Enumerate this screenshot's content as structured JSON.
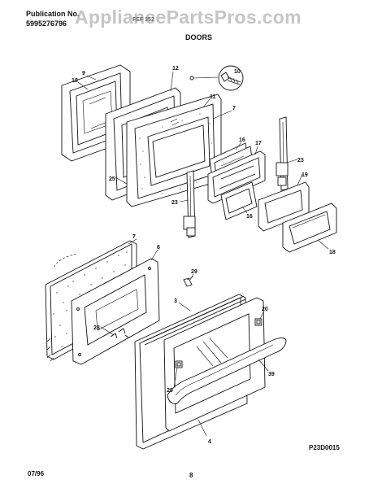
{
  "header": {
    "publication_label": "Publication No.",
    "publication_number": "5995276796",
    "section_title": "DOORS",
    "model_text": "FEF 352",
    "watermark": "AppliancePartsPros.com"
  },
  "diagram_code": "P23D0015",
  "footer": {
    "date": "07/96",
    "page_number": "8"
  },
  "part_labels": [
    "9",
    "18",
    "12",
    "10",
    "11",
    "7",
    "25",
    "16",
    "17",
    "23",
    "23",
    "19",
    "16",
    "18",
    "7",
    "6",
    "29",
    "3",
    "20",
    "28",
    "20",
    "39",
    "4"
  ]
}
